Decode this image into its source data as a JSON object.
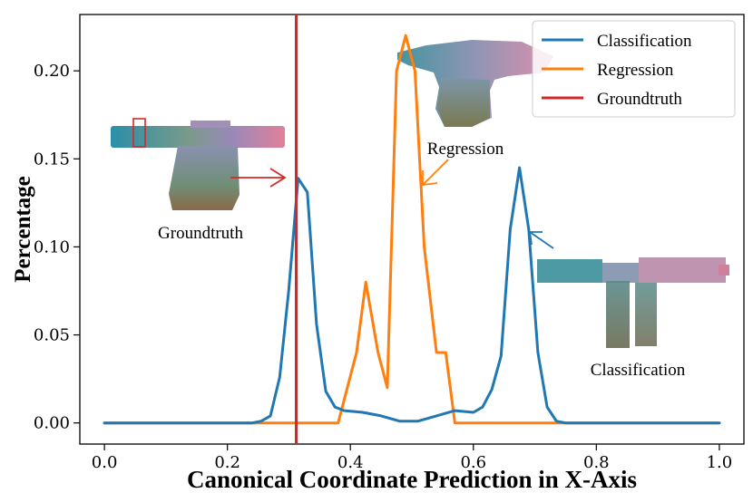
{
  "chart_data": {
    "type": "line",
    "title": "",
    "xlabel": "Canonical Coordinate Prediction in X-Axis",
    "ylabel": "Percentage",
    "xlim": [
      -0.04,
      1.04
    ],
    "ylim": [
      -0.012,
      0.232
    ],
    "xticks": [
      0.0,
      0.2,
      0.4,
      0.6,
      0.8,
      1.0
    ],
    "xtick_labels": [
      "0.0",
      "0.2",
      "0.4",
      "0.6",
      "0.8",
      "1.0"
    ],
    "yticks": [
      0.0,
      0.05,
      0.1,
      0.15,
      0.2
    ],
    "ytick_labels": [
      "0.00",
      "0.05",
      "0.10",
      "0.15",
      "0.20"
    ],
    "grid": false,
    "legend_position": "top-right",
    "series": [
      {
        "name": "Classification",
        "color": "#1f77b4",
        "x": [
          0.0,
          0.24,
          0.255,
          0.27,
          0.285,
          0.3,
          0.315,
          0.33,
          0.345,
          0.36,
          0.375,
          0.39,
          0.42,
          0.45,
          0.48,
          0.51,
          0.54,
          0.57,
          0.6,
          0.615,
          0.63,
          0.645,
          0.66,
          0.675,
          0.69,
          0.705,
          0.72,
          0.735,
          0.75,
          1.0
        ],
        "y": [
          0.0,
          0.0,
          0.001,
          0.004,
          0.026,
          0.076,
          0.139,
          0.131,
          0.056,
          0.018,
          0.009,
          0.007,
          0.006,
          0.004,
          0.001,
          0.001,
          0.004,
          0.007,
          0.006,
          0.009,
          0.019,
          0.038,
          0.11,
          0.145,
          0.11,
          0.04,
          0.009,
          0.001,
          0.0,
          0.0
        ]
      },
      {
        "name": "Regression",
        "color": "#ff7f0e",
        "x": [
          0.0,
          0.38,
          0.41,
          0.425,
          0.445,
          0.46,
          0.475,
          0.49,
          0.505,
          0.52,
          0.54,
          0.555,
          0.57,
          1.0
        ],
        "y": [
          0.0,
          0.0,
          0.04,
          0.08,
          0.04,
          0.02,
          0.2,
          0.22,
          0.2,
          0.1,
          0.04,
          0.04,
          0.0,
          0.0
        ]
      }
    ],
    "vlines": [
      {
        "name": "Groundtruth",
        "x": 0.312,
        "color": "#d62728"
      }
    ],
    "annotations": [
      {
        "text": "Groundtruth",
        "color": "#d62728"
      },
      {
        "text": "Regression",
        "color": "#ff7f0e"
      },
      {
        "text": "Classification",
        "color": "#1f77b4"
      }
    ]
  }
}
